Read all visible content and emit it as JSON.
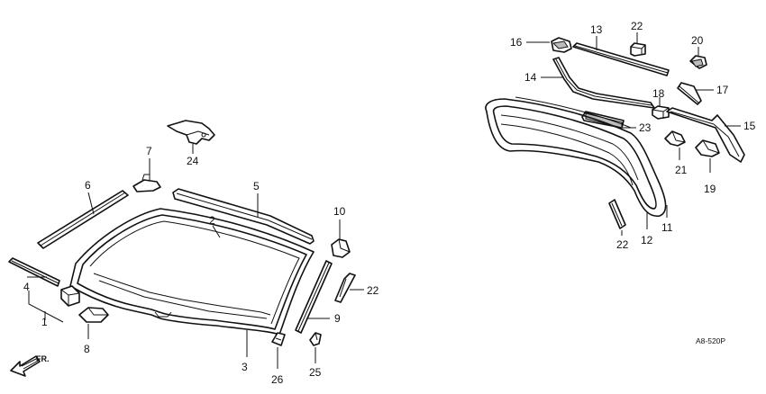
{
  "direction_label": "FR.",
  "diagram_code": "A8-520P",
  "callouts": {
    "c1": "1",
    "c2": "2",
    "c3": "3",
    "c4": "4",
    "c5": "5",
    "c6": "6",
    "c7": "7",
    "c8": "8",
    "c9": "9",
    "c10": "10",
    "c11": "11",
    "c12": "12",
    "c13": "13",
    "c14": "14",
    "c15": "15",
    "c16": "16",
    "c17": "17",
    "c18": "18",
    "c19": "19",
    "c20": "20",
    "c21": "21",
    "c22_front": "22",
    "c22_top": "22",
    "c22_bottom": "22",
    "c23": "23",
    "c24": "24",
    "c25": "25",
    "c26": "26"
  }
}
